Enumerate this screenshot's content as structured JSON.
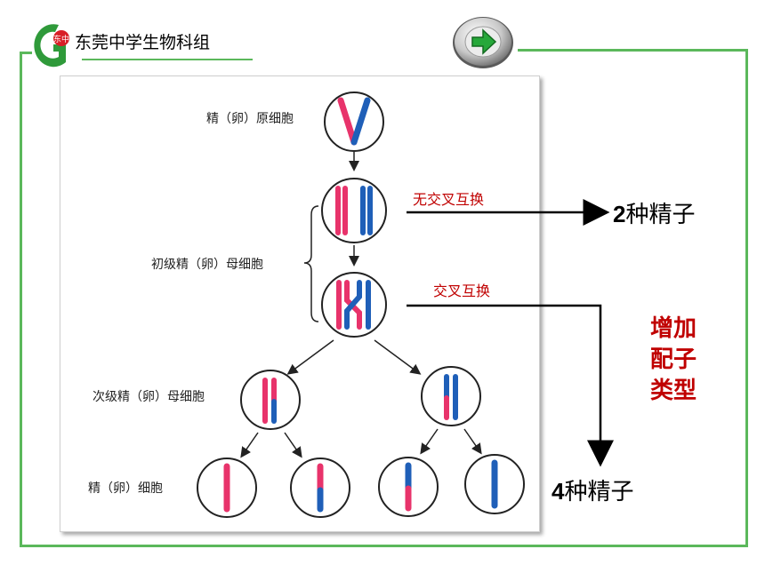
{
  "header": {
    "title": "东莞中学生物科组",
    "logo_text": "东中"
  },
  "nav": {
    "next_icon": "green-right-arrow-icon"
  },
  "stages": {
    "spermatogonium": "精（卵）原细胞",
    "primary": "初级精（卵）母细胞",
    "secondary": "次级精（卵）母细胞",
    "gamete": "精（卵）细胞"
  },
  "annotations": {
    "no_crossover": "无交叉互换",
    "crossover": "交叉互换",
    "two_sperm_num": "2",
    "two_sperm_text": "种精子",
    "four_sperm_num": "4",
    "four_sperm_text": "种精子",
    "increase_note": [
      "增加",
      "配子",
      "类型"
    ]
  },
  "colors": {
    "frame": "#5bb85b",
    "chrom_red": "#e8336b",
    "chrom_blue": "#1f5fb8",
    "note_red": "#c00000"
  }
}
